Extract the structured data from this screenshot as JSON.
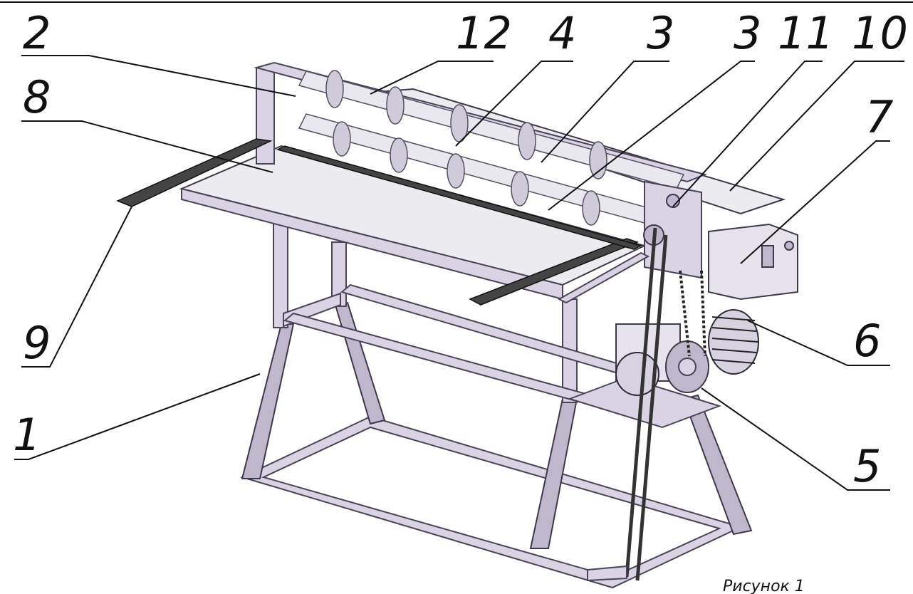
{
  "callouts": [
    {
      "id": "2",
      "label": "2"
    },
    {
      "id": "12",
      "label": "12"
    },
    {
      "id": "4",
      "label": "4"
    },
    {
      "id": "3a",
      "label": "3"
    },
    {
      "id": "3b",
      "label": "3"
    },
    {
      "id": "11",
      "label": "11"
    },
    {
      "id": "10",
      "label": "10"
    },
    {
      "id": "8",
      "label": "8"
    },
    {
      "id": "7",
      "label": "7"
    },
    {
      "id": "9",
      "label": "9"
    },
    {
      "id": "6",
      "label": "6"
    },
    {
      "id": "1",
      "label": "1"
    },
    {
      "id": "5",
      "label": "5"
    }
  ],
  "caption": "Рисунок 1",
  "colors": {
    "frame": "#d9d3e3",
    "line": "#111111",
    "background": "#ffffff"
  }
}
